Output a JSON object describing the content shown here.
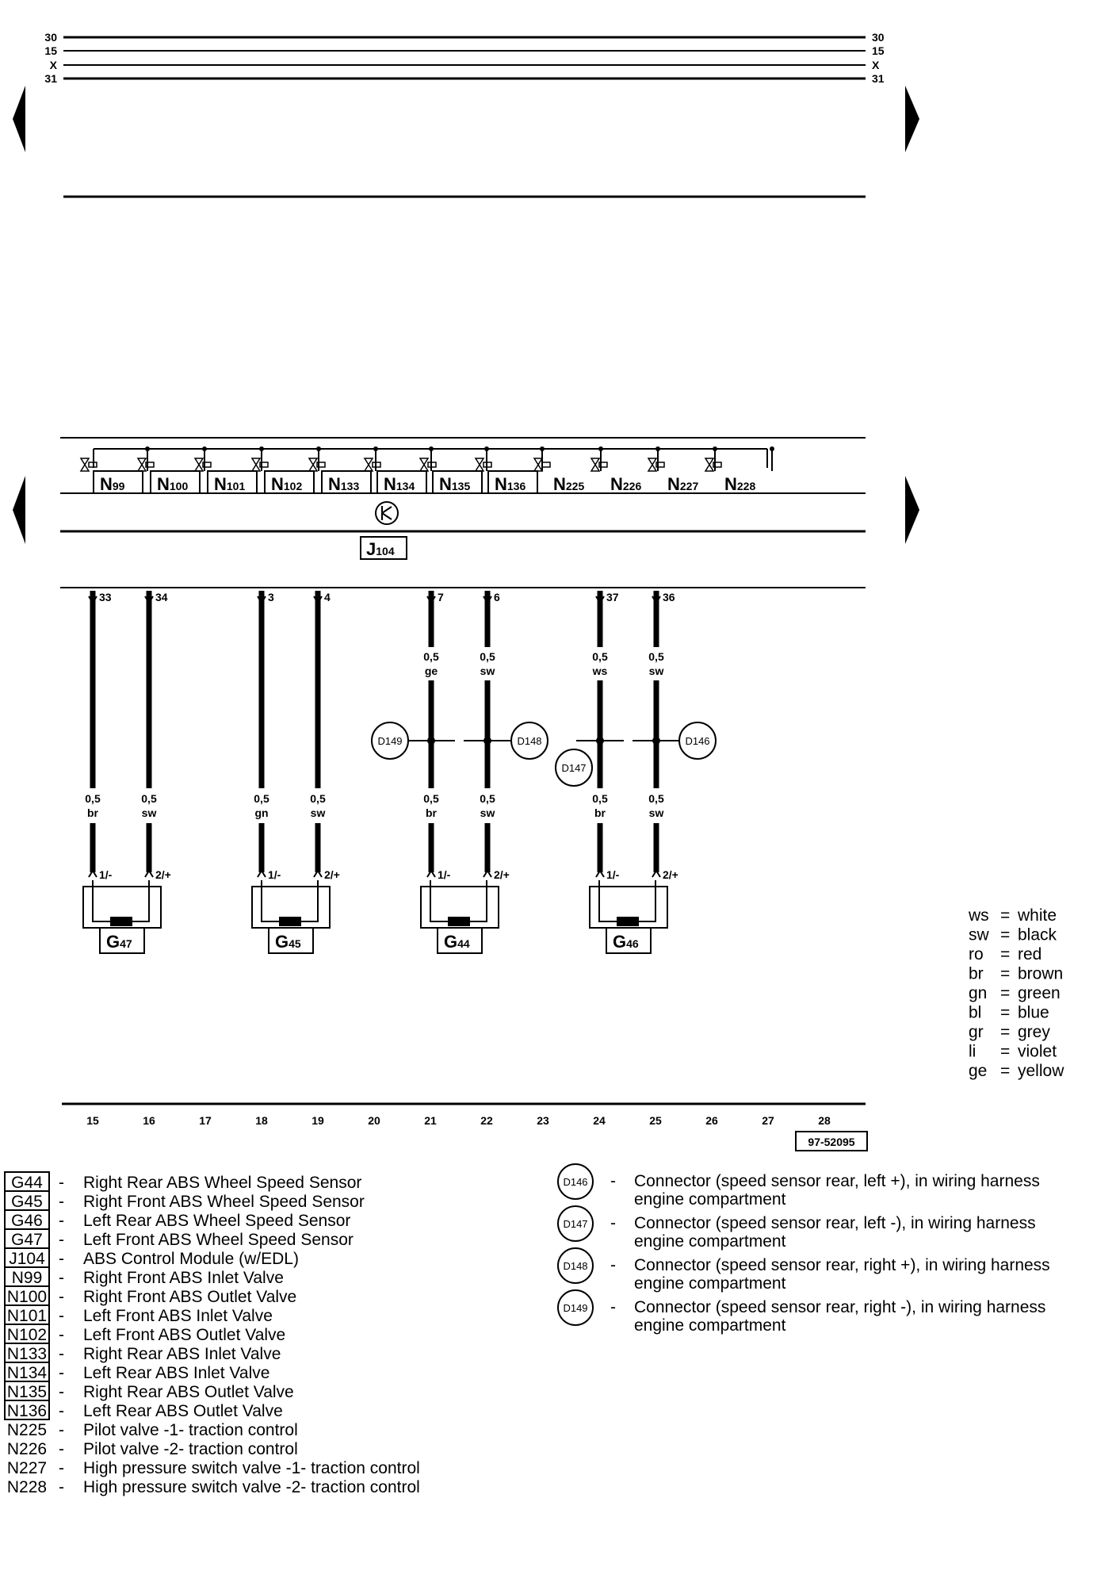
{
  "bus_labels": [
    "30",
    "15",
    "X",
    "31"
  ],
  "valves": [
    {
      "pre": "N",
      "sub": "99",
      "boxed": true
    },
    {
      "pre": "N",
      "sub": "100",
      "boxed": true
    },
    {
      "pre": "N",
      "sub": "101",
      "boxed": true
    },
    {
      "pre": "N",
      "sub": "102",
      "boxed": true
    },
    {
      "pre": "N",
      "sub": "133",
      "boxed": true
    },
    {
      "pre": "N",
      "sub": "134",
      "boxed": true
    },
    {
      "pre": "N",
      "sub": "135",
      "boxed": true
    },
    {
      "pre": "N",
      "sub": "136",
      "boxed": true
    },
    {
      "pre": "N",
      "sub": "225",
      "boxed": false
    },
    {
      "pre": "N",
      "sub": "226",
      "boxed": false
    },
    {
      "pre": "N",
      "sub": "227",
      "boxed": false
    },
    {
      "pre": "N",
      "sub": "228",
      "boxed": false
    }
  ],
  "module": {
    "pre": "J",
    "sub": "104"
  },
  "wires": [
    {
      "pin": "33",
      "top_size": "",
      "top_color": "",
      "size": "0,5",
      "color": "br",
      "conn": "",
      "end": "1/-"
    },
    {
      "pin": "34",
      "top_size": "",
      "top_color": "",
      "size": "0,5",
      "color": "sw",
      "conn": "",
      "end": "2/+"
    },
    {
      "pin": "3",
      "top_size": "",
      "top_color": "",
      "size": "0,5",
      "color": "gn",
      "conn": "",
      "end": "1/-"
    },
    {
      "pin": "4",
      "top_size": "",
      "top_color": "",
      "size": "0,5",
      "color": "sw",
      "conn": "",
      "end": "2/+"
    },
    {
      "pin": "7",
      "top_size": "0,5",
      "top_color": "ge",
      "size": "0,5",
      "color": "br",
      "conn": "D149",
      "end": "1/-"
    },
    {
      "pin": "6",
      "top_size": "0,5",
      "top_color": "sw",
      "size": "0,5",
      "color": "sw",
      "conn": "D148",
      "end": "2/+"
    },
    {
      "pin": "37",
      "top_size": "0,5",
      "top_color": "ws",
      "size": "0,5",
      "color": "br",
      "conn": "D147",
      "end": "1/-"
    },
    {
      "pin": "36",
      "top_size": "0,5",
      "top_color": "sw",
      "size": "0,5",
      "color": "sw",
      "conn": "D146",
      "end": "2/+"
    }
  ],
  "sensors": [
    {
      "pre": "G",
      "sub": "47"
    },
    {
      "pre": "G",
      "sub": "45"
    },
    {
      "pre": "G",
      "sub": "44"
    },
    {
      "pre": "G",
      "sub": "46"
    }
  ],
  "color_legend": [
    {
      "code": "ws",
      "name": "white"
    },
    {
      "code": "sw",
      "name": "black"
    },
    {
      "code": "ro",
      "name": "red"
    },
    {
      "code": "br",
      "name": "brown"
    },
    {
      "code": "gn",
      "name": "green"
    },
    {
      "code": "bl",
      "name": "blue"
    },
    {
      "code": "gr",
      "name": "grey"
    },
    {
      "code": "li",
      "name": "violet"
    },
    {
      "code": "ge",
      "name": "yellow"
    }
  ],
  "column_numbers": [
    "15",
    "16",
    "17",
    "18",
    "19",
    "20",
    "21",
    "22",
    "23",
    "24",
    "25",
    "26",
    "27",
    "28"
  ],
  "drawing_id": "97-52095",
  "components": [
    {
      "code": "G44",
      "boxed": true,
      "desc": "Right Rear ABS Wheel Speed Sensor"
    },
    {
      "code": "G45",
      "boxed": true,
      "desc": "Right Front ABS Wheel Speed Sensor"
    },
    {
      "code": "G46",
      "boxed": true,
      "desc": "Left Rear ABS Wheel Speed Sensor"
    },
    {
      "code": "G47",
      "boxed": true,
      "desc": "Left Front ABS Wheel Speed Sensor"
    },
    {
      "code": "J104",
      "boxed": true,
      "desc": "ABS Control Module (w/EDL)"
    },
    {
      "code": "N99",
      "boxed": true,
      "desc": "Right Front ABS Inlet Valve"
    },
    {
      "code": "N100",
      "boxed": true,
      "desc": "Right Front ABS Outlet Valve"
    },
    {
      "code": "N101",
      "boxed": true,
      "desc": "Left Front ABS Inlet Valve"
    },
    {
      "code": "N102",
      "boxed": true,
      "desc": "Left Front ABS Outlet Valve"
    },
    {
      "code": "N133",
      "boxed": true,
      "desc": "Right Rear ABS Inlet Valve"
    },
    {
      "code": "N134",
      "boxed": true,
      "desc": "Left Rear ABS Inlet Valve"
    },
    {
      "code": "N135",
      "boxed": true,
      "desc": "Right Rear ABS Outlet Valve"
    },
    {
      "code": "N136",
      "boxed": true,
      "desc": "Left Rear ABS Outlet Valve"
    },
    {
      "code": "N225",
      "boxed": false,
      "desc": "Pilot valve -1- traction control"
    },
    {
      "code": "N226",
      "boxed": false,
      "desc": "Pilot valve -2- traction control"
    },
    {
      "code": "N227",
      "boxed": false,
      "desc": "High pressure switch valve -1- traction control"
    },
    {
      "code": "N228",
      "boxed": false,
      "desc": "High pressure switch valve -2- traction control"
    }
  ],
  "connectors": [
    {
      "code": "D146",
      "desc1": "Connector (speed sensor rear, left +), in wiring harness",
      "desc2": "engine compartment"
    },
    {
      "code": "D147",
      "desc1": "Connector (speed sensor rear, left -), in wiring harness",
      "desc2": "engine compartment"
    },
    {
      "code": "D148",
      "desc1": "Connector (speed sensor rear, right +), in wiring harness",
      "desc2": "engine compartment"
    },
    {
      "code": "D149",
      "desc1": "Connector (speed sensor rear, right -), in wiring harness",
      "desc2": "engine compartment"
    }
  ],
  "dash": "-"
}
